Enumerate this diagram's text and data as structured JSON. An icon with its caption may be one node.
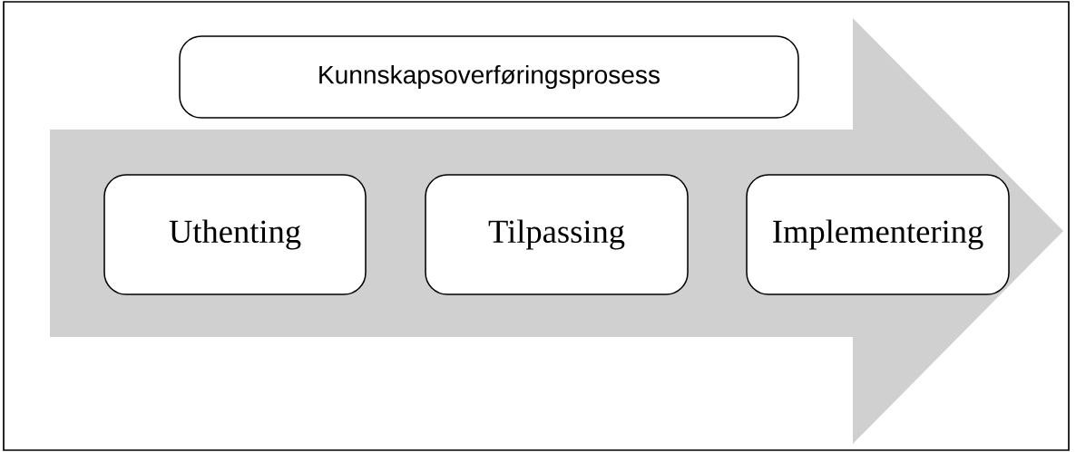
{
  "diagram": {
    "nodes": [
      {
        "text": [],
        "shape": "arrow"
      },
      {
        "text": [
          "Kunnskapsoverføringsprosess"
        ]
      },
      {
        "text": [
          "Uthenting"
        ],
        "in": 0
      },
      {
        "text": [
          "Tilpassing"
        ],
        "in": 0
      },
      {
        "text": [
          "Implementering"
        ],
        "in": 0
      }
    ]
  }
}
